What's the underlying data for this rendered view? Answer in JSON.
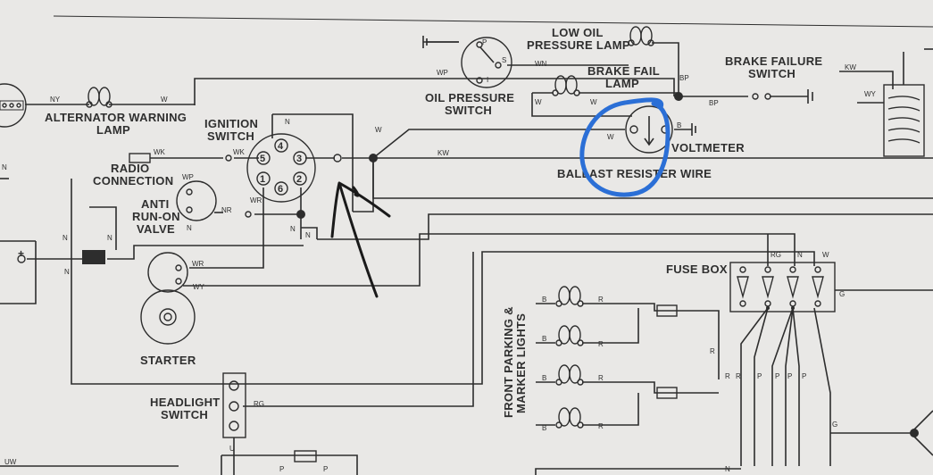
{
  "labels": {
    "low_oil": [
      "LOW OIL",
      "PRESSURE LAMP"
    ],
    "brake_fail_lamp": [
      "BRAKE FAIL",
      "LAMP"
    ],
    "brake_failure_switch": [
      "BRAKE FAILURE",
      "SWITCH"
    ],
    "oil_pressure_switch": [
      "OIL PRESSURE",
      "SWITCH"
    ],
    "alternator_warning": [
      "ALTERNATOR WARNING",
      "LAMP"
    ],
    "ignition_switch": [
      "IGNITION",
      "SWITCH"
    ],
    "radio_connection": [
      "RADIO",
      "CONNECTION"
    ],
    "anti_run_on": [
      "ANTI",
      "RUN-ON",
      "VALVE"
    ],
    "voltmeter": "VOLTMETER",
    "ballast": "BALLAST RESISTER WIRE",
    "fuse_box": "FUSE BOX",
    "starter": "STARTER",
    "headlight_switch": [
      "HEADLIGHT",
      "SWITCH"
    ],
    "front_parking": [
      "FRONT PARKING &",
      "MARKER LIGHTS"
    ]
  },
  "wire_codes": {
    "ny": "NY",
    "w": "W",
    "wk": "WK",
    "wp": "WP",
    "wr": "WR",
    "wy": "WY",
    "wn": "WN",
    "bp": "BP",
    "kw": "KW",
    "n": "N",
    "nr": "NR",
    "b": "B",
    "r": "R",
    "rg": "RG",
    "g": "G",
    "p": "P",
    "u": "U",
    "uw": "UW",
    "p_pin": "P",
    "s_pin": "S",
    "i_pin": "I"
  },
  "ignition_pins": [
    "1",
    "2",
    "3",
    "4",
    "5",
    "6"
  ],
  "annotations": {
    "circle_color": "#2b6fd6",
    "arrow_color": "#1a1a1a"
  }
}
